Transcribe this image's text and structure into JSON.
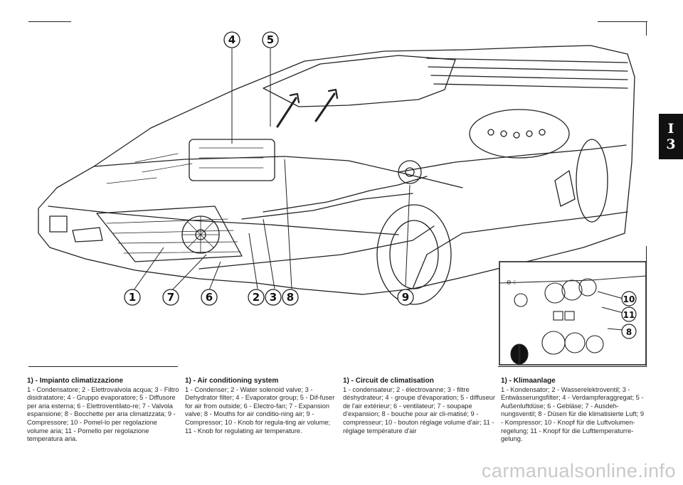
{
  "chapter_tab": {
    "section": "I",
    "page": "3"
  },
  "callouts": {
    "c1": "1",
    "c2": "2",
    "c3": "3",
    "c4": "4",
    "c5": "5",
    "c6": "6",
    "c7": "7",
    "c8a": "8",
    "c8b": "8",
    "c9": "9",
    "c10": "10",
    "c11": "11"
  },
  "dashboard_labels": {
    "lbl1": "Θ ☾",
    "lbl2": "◦"
  },
  "captions": [
    {
      "title": "1) - Impianto climatizzazione",
      "body": "1 - Condensatore; 2 - Elettrovalvola acqua; 3 - Filtro disidratatore; 4 - Gruppo evaporatore; 5 - Diffusore per aria esterna; 6 - Elettroventilato-re; 7 - Valvola espansione; 8 - Bocchette per aria climatizzata; 9 - Compressore; 10 - Pomel-lo per regolazione volume aria; 11 - Pomello per regolazione temperatura aria."
    },
    {
      "title": "1) - Air conditioning system",
      "body": "1 - Condenser; 2 - Water solenoid valve; 3 - Dehydrator filter; 4 - Evaporator group; 5 - Dif-fuser for air from outside; 6 - Electro-fan; 7 - Expansion valve; 8 - Mouths for air conditio-ning air; 9 - Compressor; 10 - Knob for regula-ting air volume; 11 - Knob for regulating air temperature."
    },
    {
      "title": "1) - Circuit de climatisation",
      "body": "1 - condensateur; 2 - électrovanne; 3 - filtre déshydrateur; 4 - groupe d'évaporation; 5 - diffuseur de l'air extérieur; 6 - ventilateur; 7 - soupape d'expansion; 8 - bouche pour air cli-matisé; 9 - compresseur; 10 - bouton réglage volume d'air; 11 - réglage température d'air"
    },
    {
      "title": "1) - Klimaanlage",
      "body": "1 - Kondensator; 2 - Wasserelektroventil; 3 - Entwässerungsfilter; 4 - Verdampferaggregat; 5 - Außenluftdüse; 6 - Gebläse; 7 - Ausdeh-nungsventil; 8 - Düsen für die klimatisierte Luft; 9 - Kompressor; 10 - Knopf für die Luftvolumen-regelung; 11 - Knopf für die Lufttemperaturre-gelung."
    }
  ],
  "watermark": "carmanualsonline.info"
}
